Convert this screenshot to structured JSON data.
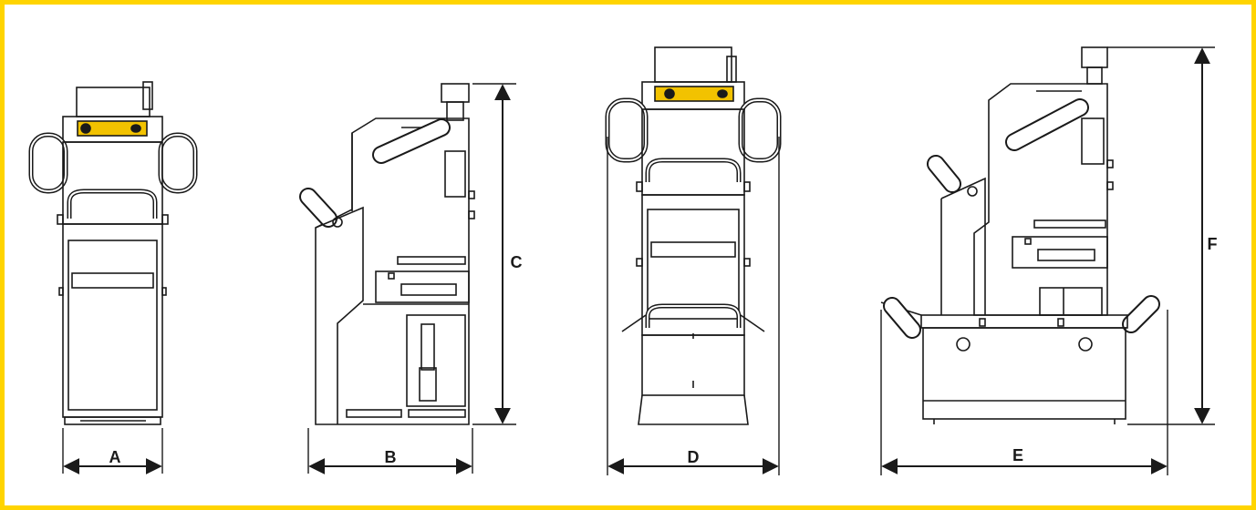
{
  "frame": {
    "border_color": "#FFD400"
  },
  "colors": {
    "line": "#1a1a1a",
    "label_yellow": "#F2C200",
    "handle_fill": "#ffffff"
  },
  "dimensions": {
    "a": "A",
    "b": "B",
    "c": "C",
    "d": "D",
    "e": "E",
    "f": "F"
  },
  "views": [
    {
      "name": "front-view-closed"
    },
    {
      "name": "side-view-closed"
    },
    {
      "name": "front-view-open"
    },
    {
      "name": "side-view-open"
    }
  ]
}
